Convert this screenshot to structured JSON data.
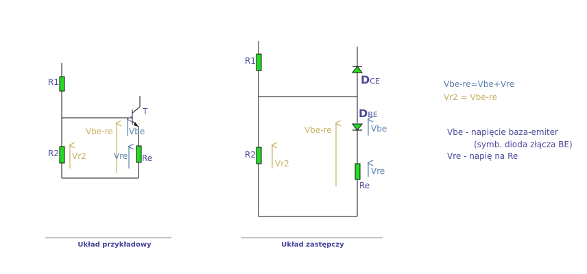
{
  "left": {
    "r1": "R1",
    "r2": "R2",
    "re": "Re",
    "t": "T",
    "vr2": "Vr2",
    "vbe_re": "Vbe-re",
    "vbe": "Vbe",
    "vre": "Vre",
    "caption": "Układ przykładowy"
  },
  "right": {
    "r1": "R1",
    "r2": "R2",
    "re": "Re",
    "d_ce_main": "D",
    "d_ce_sub": "CE",
    "d_be_main": "D",
    "d_be_sub": "BE",
    "vr2": "Vr2",
    "vbe_re": "Vbe-re",
    "vbe": "Vbe",
    "vre": "Vre",
    "caption": "Układ zastępczy"
  },
  "notes": {
    "eq1": "Vbe-re=Vbe+Vre",
    "eq2": "Vr2 = Vbe-re",
    "def1": "Vbe - napięcie baza-emiter",
    "def2": "(symb. dioda złącza BE)",
    "def3": "Vre - napię na Re"
  },
  "colors": {
    "wire": "#111111",
    "resistor": "#22dd22",
    "label_blue": "#4a4a9a",
    "label_steel": "#5b7fae",
    "label_gold": "#c8b060"
  }
}
